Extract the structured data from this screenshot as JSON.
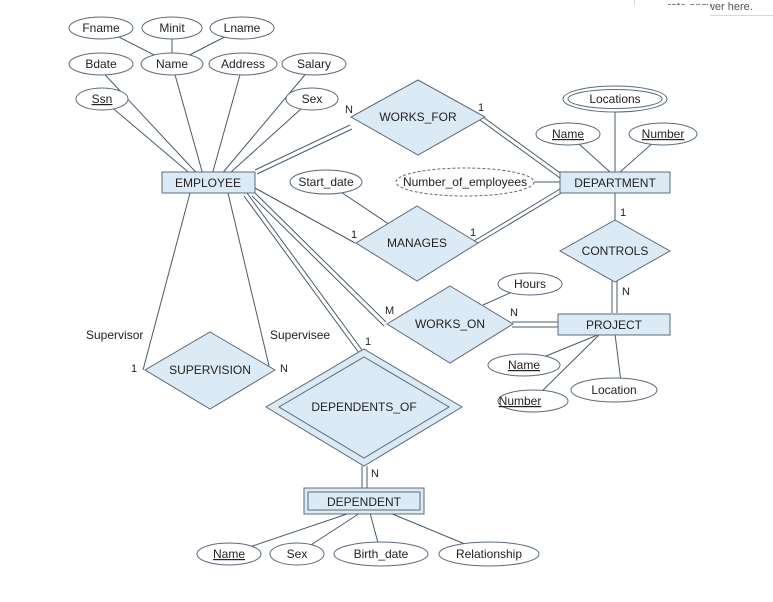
{
  "corner_text": "rate answer here.",
  "entities": {
    "employee": "EMPLOYEE",
    "department": "DEPARTMENT",
    "project": "PROJECT",
    "dependent": "DEPENDENT"
  },
  "relationships": {
    "works_for": "WORKS_FOR",
    "manages": "MANAGES",
    "works_on": "WORKS_ON",
    "controls": "CONTROLS",
    "supervision": "SUPERVISION",
    "dependents_of": "DEPENDENTS_OF"
  },
  "attributes": {
    "fname": "Fname",
    "minit": "Minit",
    "lname": "Lname",
    "bdate": "Bdate",
    "name": "Name",
    "address": "Address",
    "salary": "Salary",
    "ssn": "Ssn",
    "sex": "Sex",
    "locations": "Locations",
    "dept_name": "Name",
    "dept_number": "Number",
    "start_date": "Start_date",
    "number_of_employees": "Number_of_employees",
    "hours": "Hours",
    "proj_name": "Name",
    "proj_number": "Number",
    "location": "Location",
    "dep_name": "Name",
    "dep_sex": "Sex",
    "birth_date": "Birth_date",
    "relationship": "Relationship"
  },
  "roles": {
    "supervisor": "Supervisor",
    "supervisee": "Supervisee"
  },
  "cardinalities": {
    "works_for_emp": "N",
    "works_for_dept": "1",
    "manages_emp": "1",
    "manages_dept": "1",
    "controls_dept": "1",
    "controls_proj": "N",
    "works_on_emp": "M",
    "works_on_proj": "N",
    "supervisor": "1",
    "supervisee": "N",
    "dependents_emp": "1",
    "dependents_dep": "N"
  }
}
